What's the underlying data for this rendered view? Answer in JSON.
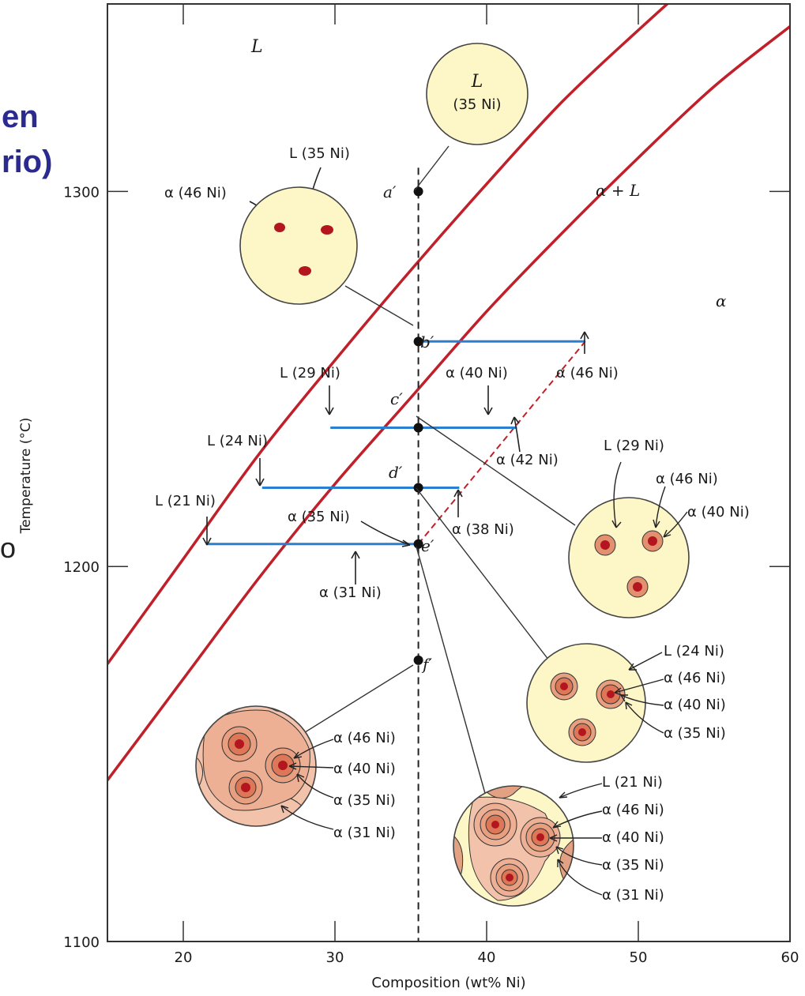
{
  "slide_fragments": [
    "en",
    "rio)",
    "o"
  ],
  "chart_data": {
    "type": "line",
    "xlabel": "Composition (wt% Ni)",
    "ylabel": "Temperature (°C)",
    "xlim": [
      15,
      60
    ],
    "ylim": [
      1100,
      1350
    ],
    "x_ticks": [
      20,
      30,
      40,
      50,
      60
    ],
    "y_ticks": [
      1100,
      1200,
      1300
    ],
    "grid": false,
    "colors": {
      "phase_boundary": "#c0202a",
      "tie_line": "#2b7fd0",
      "nonequilibrium_solidus": "#c0202a",
      "marker": "#111111"
    },
    "series": [
      {
        "x": [
          15,
          20,
          25,
          30,
          35,
          40,
          45,
          50,
          55,
          60
        ],
        "y": [
          1174,
          1202,
          1230,
          1255,
          1279,
          1302,
          1324,
          1343,
          1361,
          1377
        ]
      },
      {
        "x": [
          15,
          20,
          25,
          30,
          35,
          40,
          45,
          50,
          55,
          60
        ],
        "y": [
          1143,
          1170,
          1197,
          1222,
          1245,
          1268,
          1289,
          1309,
          1328,
          1344
        ]
      },
      {
        "x": [
          35.5,
          46.5
        ],
        "y": [
          1260,
          1260
        ]
      },
      {
        "x": [
          29.7,
          42
        ],
        "y": [
          1237,
          1237
        ]
      },
      {
        "x": [
          25.2,
          38.2
        ],
        "y": [
          1221,
          1221
        ]
      },
      {
        "x": [
          21.5,
          35.5
        ],
        "y": [
          1206,
          1206
        ]
      },
      {
        "x": [
          35.5,
          46.5
        ],
        "y": [
          1206,
          1260
        ]
      }
    ],
    "points": [
      {
        "x": 35.5,
        "y": 1300,
        "label": "a′"
      },
      {
        "x": 35.5,
        "y": 1260,
        "label": "b′"
      },
      {
        "x": 35.5,
        "y": 1237,
        "label": "c′"
      },
      {
        "x": 35.5,
        "y": 1221,
        "label": "d′"
      },
      {
        "x": 35.5,
        "y": 1206,
        "label": "e′"
      },
      {
        "x": 35.5,
        "y": 1175,
        "label": "f′"
      }
    ],
    "region_labels": [
      "L",
      "α + L",
      "α"
    ],
    "annotations": {
      "a": [
        "L",
        "(35 Ni)"
      ],
      "b_arrow": "α (46 Ni)",
      "b_circle": [
        "L (35 Ni)",
        "α (46 Ni)"
      ],
      "c": [
        "L (29 Ni)",
        "α (40 Ni)",
        "α (42 Ni)"
      ],
      "c_circle": [
        "L (29 Ni)",
        "α (46 Ni)",
        "α (40 Ni)"
      ],
      "d": [
        "L (24 Ni)",
        "α (35 Ni)",
        "α (38 Ni)"
      ],
      "d_circle": [
        "L (24 Ni)",
        "α (46 Ni)",
        "α (40 Ni)",
        "α (35 Ni)"
      ],
      "e": [
        "L (21 Ni)",
        "α (31 Ni)"
      ],
      "e_circle": [
        "L (21 Ni)",
        "α (46 Ni)",
        "α (40 Ni)",
        "α (35 Ni)",
        "α (31 Ni)"
      ],
      "f_circle": [
        "α (46 Ni)",
        "α (40 Ni)",
        "α (35 Ni)",
        "α (31 Ni)"
      ]
    }
  }
}
